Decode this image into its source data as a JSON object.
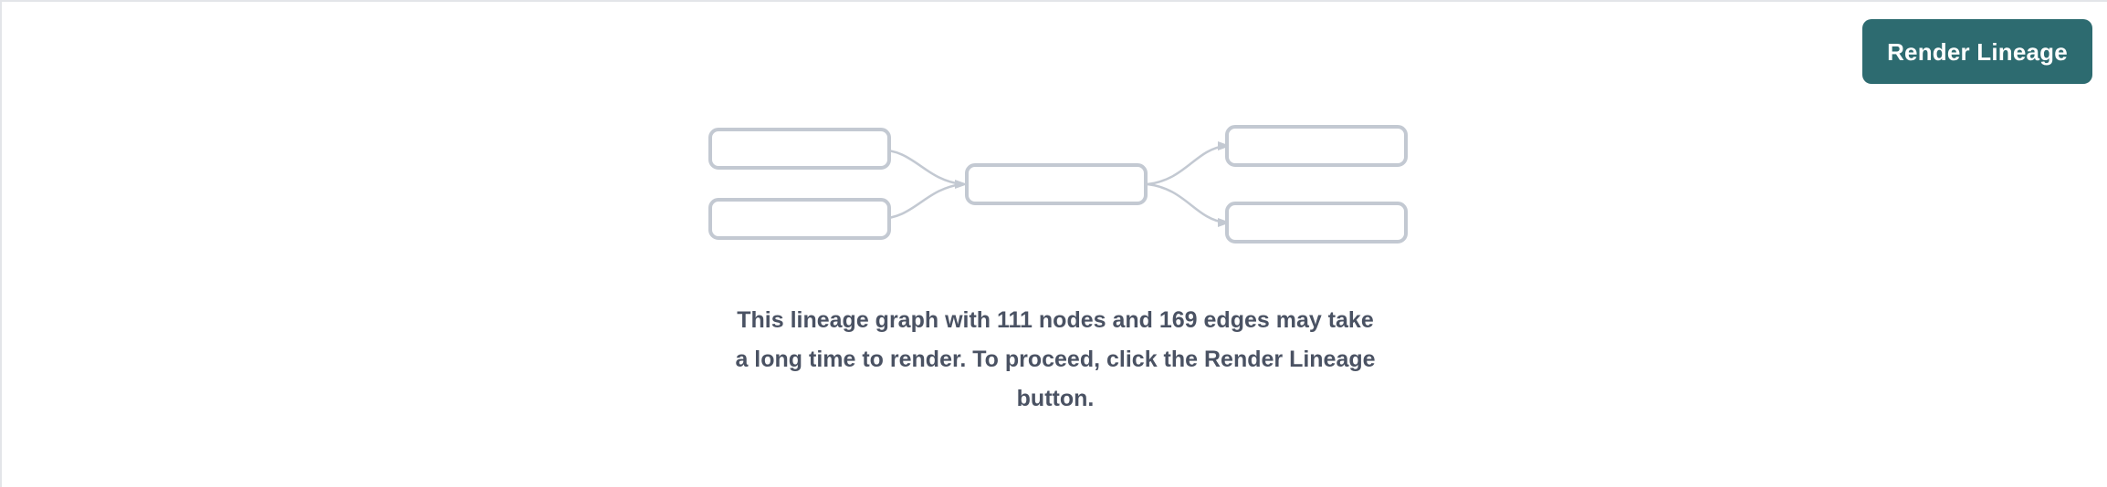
{
  "panel": {
    "background_color": "#ffffff",
    "border_color": "#e3e5e9"
  },
  "toolbar": {
    "render_button_label": "Render Lineage",
    "render_button_color": "#2d6b70",
    "render_button_text_color": "#ffffff"
  },
  "graph_preview": {
    "node_border_color": "#c3c9d2",
    "node_fill_color": "#ffffff",
    "edge_color": "#c3c9d2",
    "nodes": [
      {
        "id": "source-1",
        "label": "",
        "column": "left",
        "row": "top"
      },
      {
        "id": "source-2",
        "label": "",
        "column": "left",
        "row": "bottom"
      },
      {
        "id": "middle-1",
        "label": "",
        "column": "center",
        "row": "middle"
      },
      {
        "id": "target-1",
        "label": "",
        "column": "right",
        "row": "top"
      },
      {
        "id": "target-2",
        "label": "",
        "column": "right",
        "row": "bottom"
      }
    ],
    "edges": [
      {
        "from": "source-1",
        "to": "middle-1"
      },
      {
        "from": "source-2",
        "to": "middle-1"
      },
      {
        "from": "middle-1",
        "to": "target-1"
      },
      {
        "from": "middle-1",
        "to": "target-2"
      }
    ]
  },
  "message": {
    "node_count": "111",
    "edge_count": "169",
    "text_color": "#4a5263",
    "line_1": "This lineage graph with 111 nodes and 169 edges may take",
    "line_2": "a long time to render. To proceed, click the Render Lineage",
    "line_3": "button."
  }
}
